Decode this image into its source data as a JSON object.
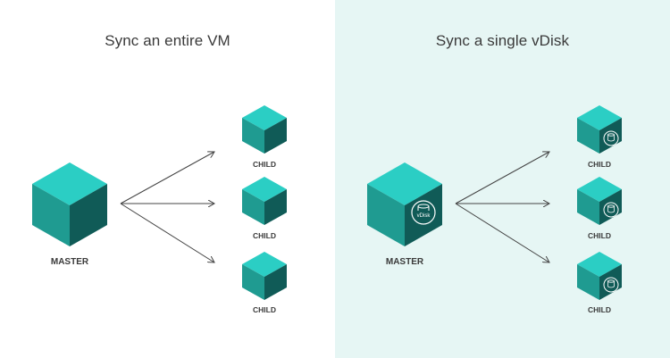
{
  "left_panel": {
    "title": "Sync an entire VM",
    "master_label": "MASTER",
    "child_labels": [
      "CHILD",
      "CHILD",
      "CHILD"
    ]
  },
  "right_panel": {
    "title": "Sync a single vDisk",
    "master_label": "MASTER",
    "master_disk_label": "vDisk",
    "child_labels": [
      "CHILD",
      "CHILD",
      "CHILD"
    ],
    "child_disk_label": "vDisk"
  },
  "colors": {
    "cube_top": "#2bcec4",
    "cube_left": "#1f9b91",
    "cube_right": "#105b57",
    "right_panel_bg": "#e6f6f4"
  },
  "icons": [
    "cube-icon",
    "database-icon",
    "arrow-icon"
  ]
}
